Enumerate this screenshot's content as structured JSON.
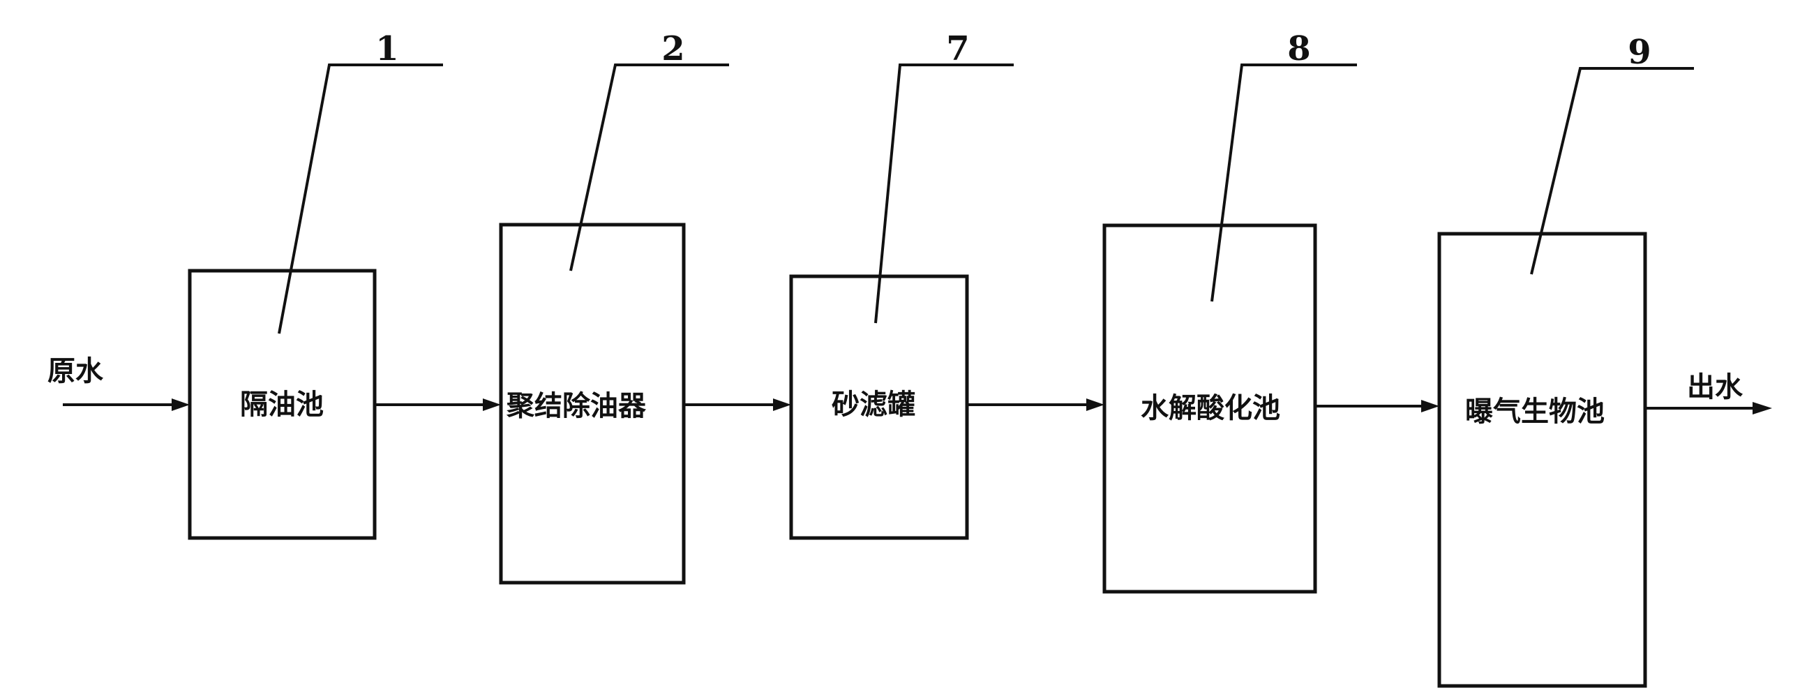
{
  "input_label": "原水",
  "output_label": "出水",
  "units": [
    {
      "ref": "1",
      "label": "隔油池"
    },
    {
      "ref": "2",
      "label": "聚结除油器"
    },
    {
      "ref": "7",
      "label": "砂滤罐"
    },
    {
      "ref": "8",
      "label": "水解酸化池"
    },
    {
      "ref": "9",
      "label": "曝气生物池"
    }
  ]
}
